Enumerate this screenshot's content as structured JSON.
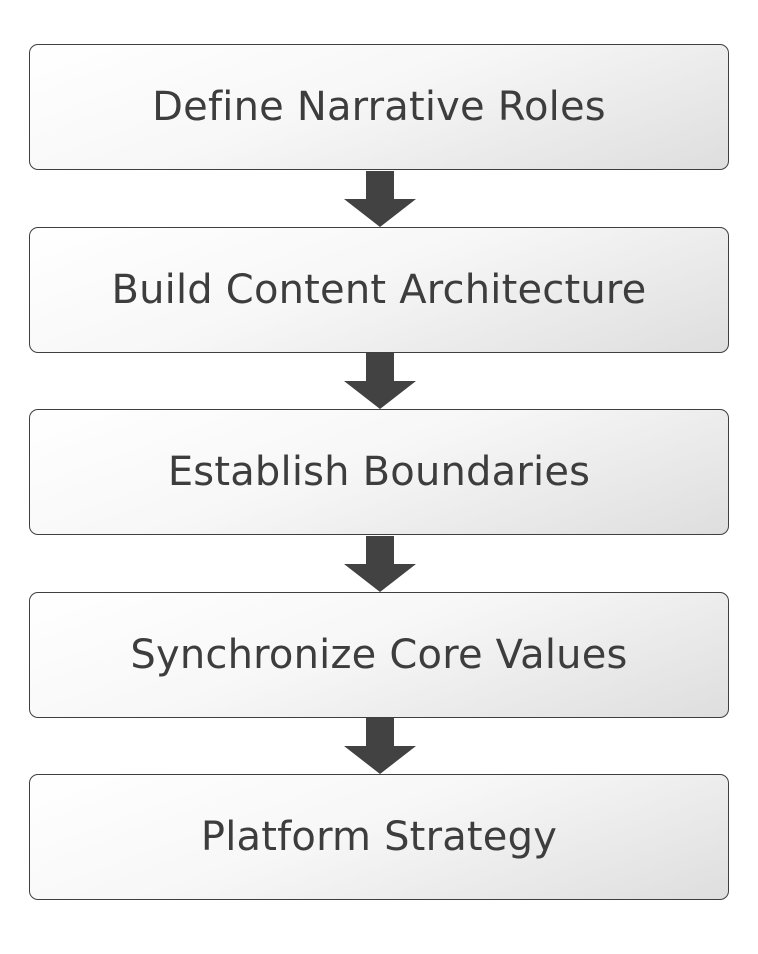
{
  "diagram": {
    "steps": [
      {
        "label": "Define Narrative Roles"
      },
      {
        "label": "Build Content Architecture"
      },
      {
        "label": "Establish Boundaries"
      },
      {
        "label": "Synchronize Core Values"
      },
      {
        "label": "Platform Strategy"
      }
    ],
    "colors": {
      "arrow": "#424242",
      "border": "#3f3f3f",
      "text": "#3d3d3d"
    }
  }
}
